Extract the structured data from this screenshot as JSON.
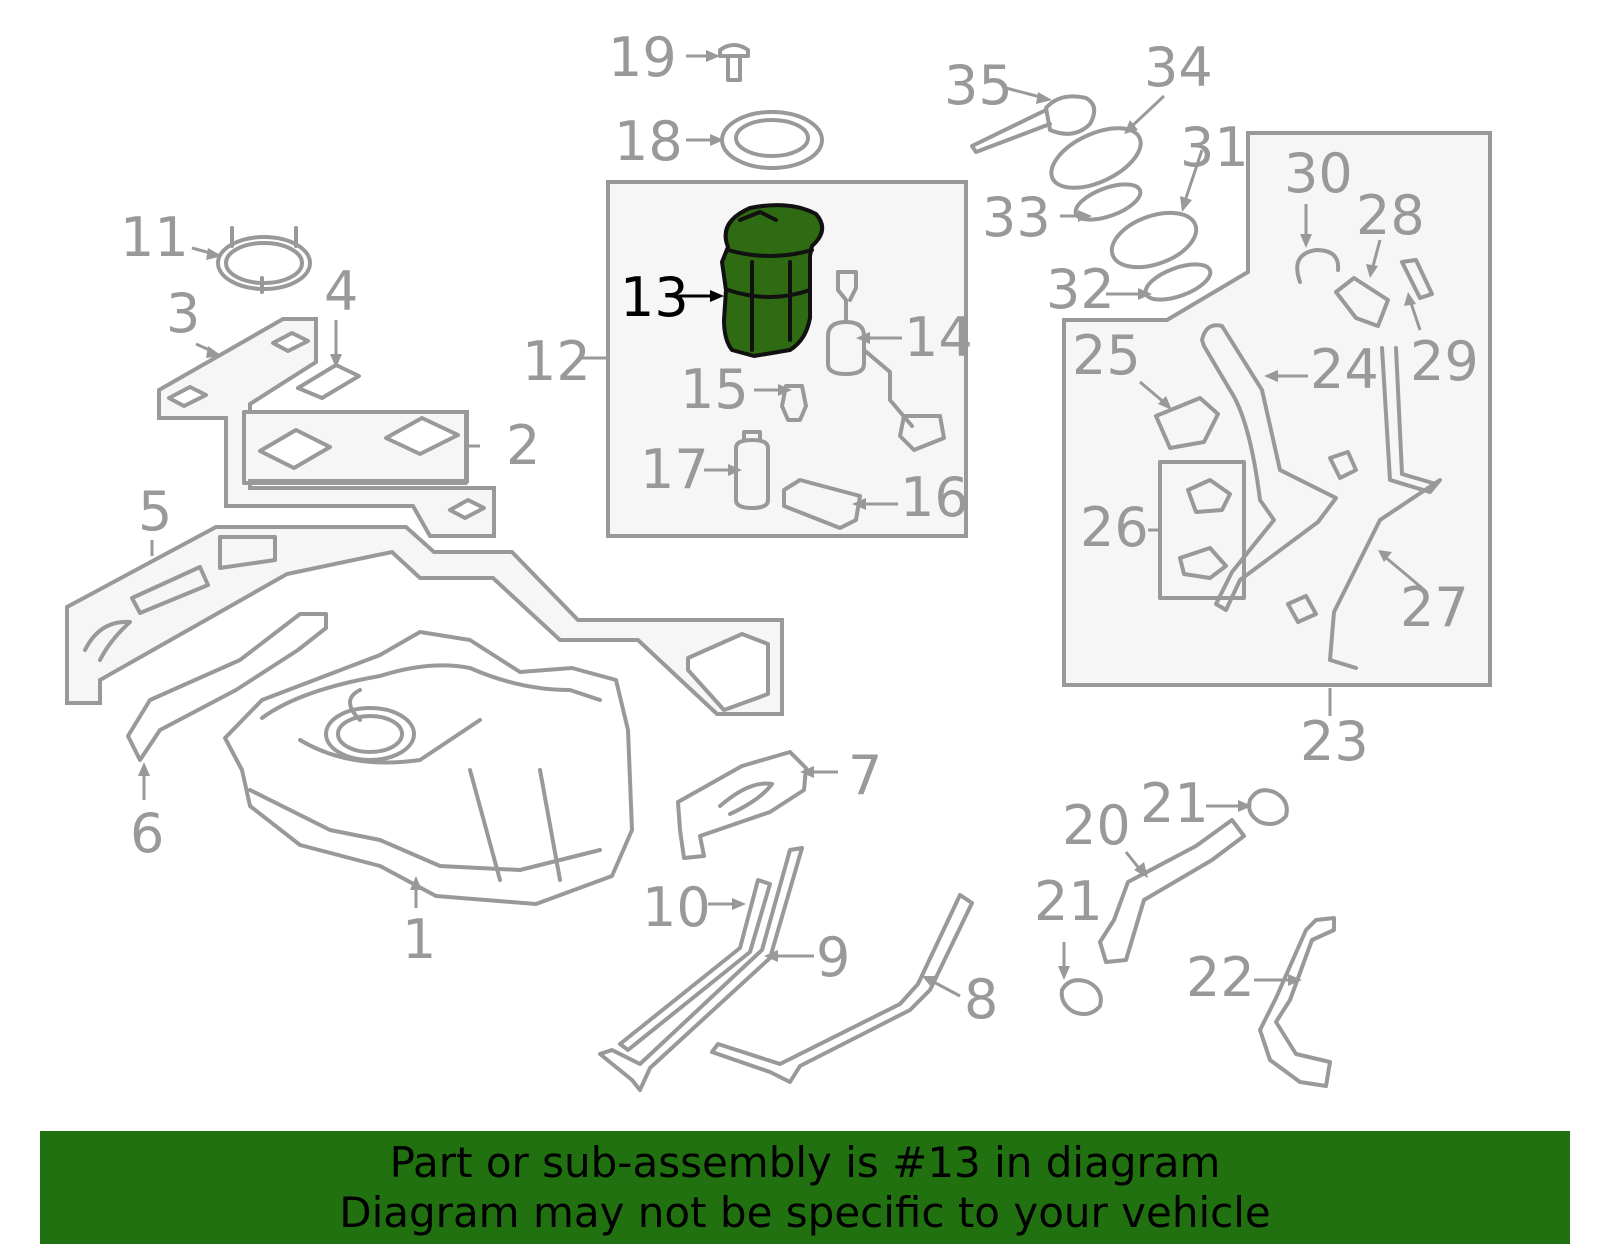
{
  "diagram": {
    "highlight_callout": "13",
    "highlight_color": "#2e6b12",
    "line_color": "#999999",
    "callouts": {
      "c1": "1",
      "c2": "2",
      "c3": "3",
      "c4": "4",
      "c5": "5",
      "c6": "6",
      "c7": "7",
      "c8": "8",
      "c9": "9",
      "c10": "10",
      "c11": "11",
      "c12": "12",
      "c13": "13",
      "c14": "14",
      "c15": "15",
      "c16": "16",
      "c17": "17",
      "c18": "18",
      "c19": "19",
      "c20": "20",
      "c21a": "21",
      "c21b": "21",
      "c22": "22",
      "c23": "23",
      "c24": "24",
      "c25": "25",
      "c26": "26",
      "c27": "27",
      "c28": "28",
      "c29": "29",
      "c30": "30",
      "c31": "31",
      "c32": "32",
      "c33": "33",
      "c34": "34",
      "c35": "35"
    }
  },
  "footer": {
    "background": "#217111",
    "line1": "Part or sub-assembly is #13 in diagram",
    "line2": "Diagram may not be specific to your vehicle"
  }
}
